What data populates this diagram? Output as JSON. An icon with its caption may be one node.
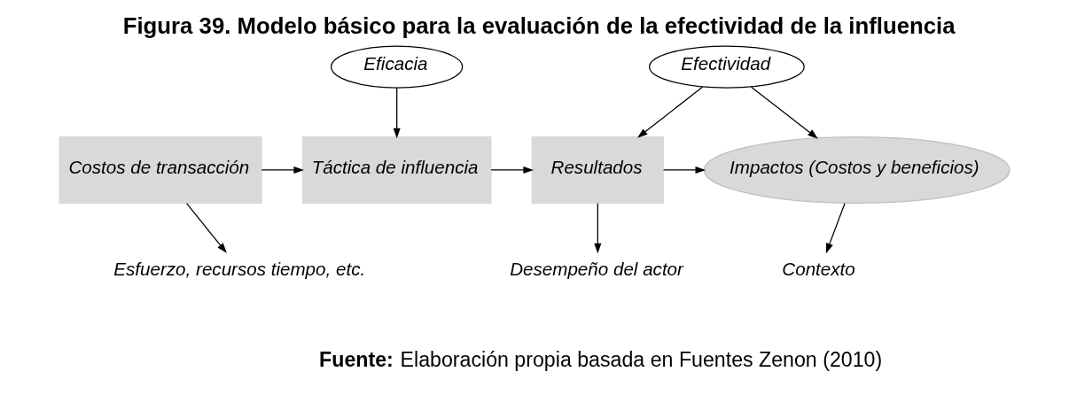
{
  "diagram": {
    "title": "Figura 39. Modelo básico para la evaluación de la efectividad de la influencia",
    "caption": "**Fuente:** Elaboración propia basada en Fuentes Zenon (2010)",
    "nodes": [
      {
        "text": [
          "Eficacia"
        ]
      },
      {
        "text": [
          "Efectividad"
        ]
      },
      {
        "text": [
          "Costos de transacción"
        ]
      },
      {
        "text": [
          "Táctica de influencia"
        ]
      },
      {
        "text": [
          "Resultados"
        ]
      },
      {
        "text": [
          "Impactos (Costos y beneficios)"
        ]
      },
      {
        "text": [
          "Esfuerzo, recursos tiempo, etc."
        ]
      },
      {
        "text": [
          "Desempeño del actor"
        ]
      },
      {
        "text": [
          "Contexto"
        ]
      }
    ],
    "edges": [
      {
        "from": 0,
        "to": 3,
        "arrow": "to"
      },
      {
        "from": 1,
        "to": 4,
        "arrow": "to"
      },
      {
        "from": 1,
        "to": 5,
        "arrow": "to"
      },
      {
        "from": 2,
        "to": 3,
        "arrow": "to"
      },
      {
        "from": 3,
        "to": 4,
        "arrow": "to"
      },
      {
        "from": 4,
        "to": 5,
        "arrow": "to"
      },
      {
        "from": 2,
        "to": 6,
        "arrow": "to"
      },
      {
        "from": 4,
        "to": 7,
        "arrow": "to"
      },
      {
        "from": 5,
        "to": 8,
        "arrow": "to"
      }
    ]
  }
}
